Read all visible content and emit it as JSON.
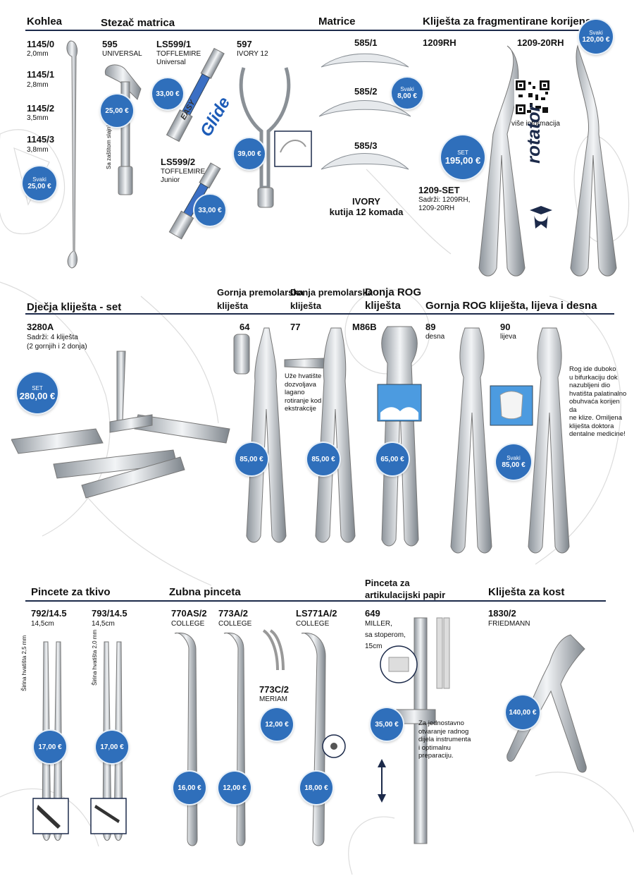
{
  "sections": {
    "kohlea": "Kohlea",
    "stezac": "Stezač matrica",
    "matrice": "Matrice",
    "klijesta_fragment": "Kliješta za fragmentirane korijene",
    "djecja": "Dječja kliješta - set",
    "gornja_premolarska": [
      "Gornja premolarska",
      "kliješta"
    ],
    "donja_premolarska": [
      "Donja premolarska",
      "kliješta"
    ],
    "donja_rog": [
      "Donja ROG",
      "kliješta"
    ],
    "gornja_rog": "Gornja ROG kliješta, lijeva i desna",
    "pincete_tkivo": "Pincete za tkivo",
    "zubna_pinceta": "Zubna pinceta",
    "pinceta_artikulacijski": [
      "Pinceta za",
      "artikulacijski papir"
    ],
    "klijesta_kost": "Kliješta za kost"
  },
  "kohlea": {
    "items": [
      {
        "code": "1145/0",
        "size": "2,0mm"
      },
      {
        "code": "1145/1",
        "size": "2,8mm"
      },
      {
        "code": "1145/2",
        "size": "3,5mm"
      },
      {
        "code": "1145/3",
        "size": "3,8mm"
      }
    ],
    "badge_label": "Svaki",
    "price": "25,00 €"
  },
  "stezac": {
    "p595": {
      "code": "595",
      "sub": "UNIVERSAL",
      "note": "Sa zaštitom slajnitom",
      "price": "25,00 €"
    },
    "ls599_1": {
      "code": "LS599/1",
      "sub1": "TOFFLEMIRE",
      "sub2": "Universal",
      "price": "33,00 €"
    },
    "ls599_2": {
      "code": "LS599/2",
      "sub1": "TOFFLEMIRE",
      "sub2": "Junior",
      "price": "33,00 €"
    },
    "p597": {
      "code": "597",
      "sub": "IVORY 12",
      "price": "39,00 €"
    },
    "brand_easy": "EASY",
    "brand_glide": "Glide"
  },
  "matrice": {
    "codes": [
      "585/1",
      "585/2",
      "585/3"
    ],
    "badge_label": "Svaki",
    "price": "8,00 €",
    "foot1": "IVORY",
    "foot2": "kutija 12 komada"
  },
  "fragment": {
    "code1": "1209RH",
    "code2": "1209-20RH",
    "qr_caption": "više informacija",
    "set_label": "SET",
    "set_price": "195,00 €",
    "set_code": "1209-SET",
    "set_note1": "Sadrži: 1209RH,",
    "set_note2": "1209-20RH",
    "badge_label": "Svaki",
    "price": "120,00 €",
    "brand": "rotator"
  },
  "djecja": {
    "code": "3280A",
    "note1": "Sadrži: 4 kliješta",
    "note2": "(2 gornjih i 2 donja)",
    "set_label": "SET",
    "price": "280,00 €"
  },
  "forceps": {
    "p64": {
      "code": "64",
      "price": "85,00 €"
    },
    "p77": {
      "code": "77",
      "price": "85,00 €",
      "note": [
        "Uže hvatište",
        "dozvoljava",
        "lagano",
        "rotiranje kod",
        "ekstrakcije"
      ]
    },
    "m86b": {
      "code": "M86B",
      "price": "65,00 €"
    },
    "p89": {
      "code": "89",
      "side": "desna"
    },
    "p90": {
      "code": "90",
      "side": "lijeva"
    },
    "rog_badge_label": "Svaki",
    "rog_price": "85,00 €",
    "rog_note": [
      "Rog ide duboko",
      "u bifurkaciju dok",
      "nazubljeni dio",
      "hvatišta palatinalno",
      "obuhvaća korijen da",
      "ne klize. Omiljena",
      "kliješta doktora",
      "dentalne medicine!"
    ]
  },
  "pincete": {
    "p792": {
      "code": "792/14.5",
      "size": "14,5cm",
      "note": "Širina hvatišta 2,5 mm",
      "price": "17,00 €"
    },
    "p793": {
      "code": "793/14.5",
      "size": "14,5cm",
      "note": "Širina hvatišta 2,0 mm",
      "price": "17,00 €"
    },
    "p770": {
      "code": "770AS/2",
      "sub": "COLLEGE",
      "price": "16,00 €"
    },
    "p773a": {
      "code": "773A/2",
      "sub": "COLLEGE",
      "price": "12,00 €"
    },
    "p773c": {
      "code": "773C/2",
      "sub": "MERIAM",
      "price": "12,00 €"
    },
    "ls771": {
      "code": "LS771A/2",
      "sub": "COLLEGE",
      "price": "18,00 €"
    },
    "p649": {
      "code": "649",
      "sub": [
        "MILLER,",
        "sa stoperom,",
        "15cm"
      ],
      "price": "35,00 €",
      "note": [
        "Za jednostavno",
        "otvaranje radnog",
        "dijela instrumenta",
        "i optimalnu",
        "preparaciju."
      ]
    },
    "p1830": {
      "code": "1830/2",
      "sub": "FRIEDMANN",
      "price": "140,00 €"
    }
  },
  "colors": {
    "badge": "#2f6fbb",
    "rule": "#1c2a4a"
  }
}
